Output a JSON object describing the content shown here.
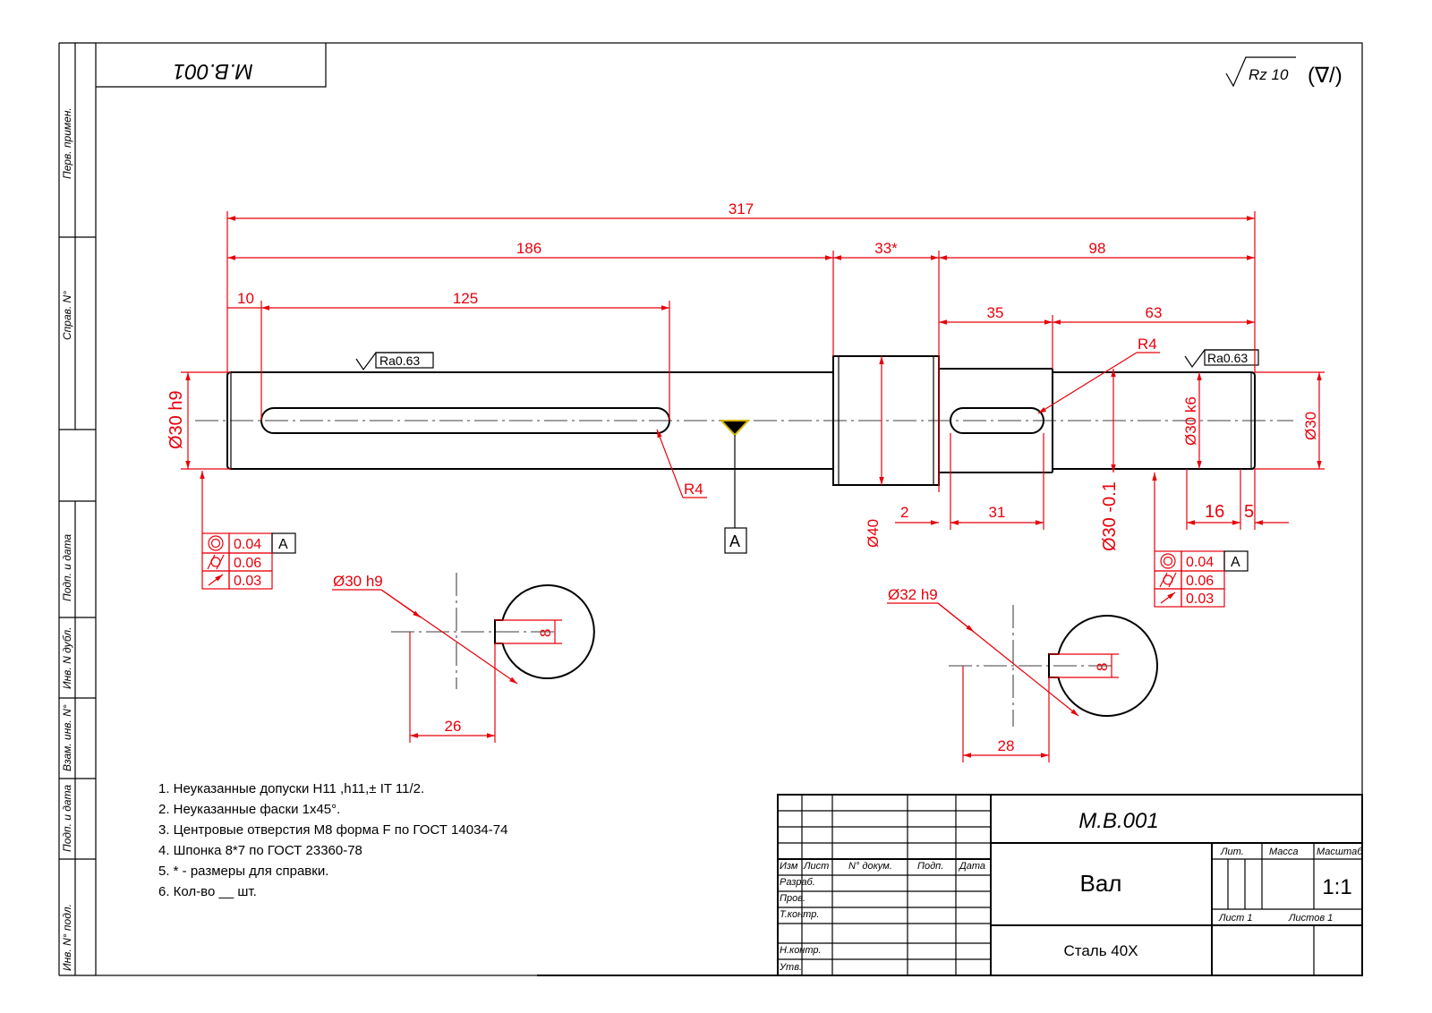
{
  "drawing_number": "M.B.001",
  "stamp_number_rotated": "M.B.001",
  "surface_finish": {
    "general": "Rz 10",
    "general_symbol": "(∇/)",
    "ra_left": "Ra0.63",
    "ra_right": "Ra0.63"
  },
  "sidebar": {
    "perv_primen": "Перв. примен.",
    "sprav_no": "Справ. N°",
    "podp_data_1": "Подп. и дата",
    "inv_dubl": "Инв. N дубл.",
    "vzam_inv": "Взам. инв. N°",
    "podp_data_2": "Подп. и дата",
    "inv_podl": "Инв. N° подл."
  },
  "dimensions": {
    "total": "317",
    "d186": "186",
    "d33": "33*",
    "d98": "98",
    "d10": "10",
    "d125": "125",
    "d35": "35",
    "d63": "63",
    "r4_left": "R4",
    "r4_right": "R4",
    "dia_left": "Ø30 h9",
    "dia_k6": "Ø30 k6",
    "dia_right": "Ø30",
    "dia_40": "Ø40",
    "dia_30_01": "Ø30 -0.1",
    "d2": "2",
    "d31": "31",
    "d16": "16",
    "d5": "5",
    "datum": "A"
  },
  "gdt_left": [
    {
      "symbol": "concentricity-icon",
      "value": "0.04",
      "datum": "A"
    },
    {
      "symbol": "cylindricity-icon",
      "value": "0.06"
    },
    {
      "symbol": "runout-icon",
      "value": "0.03"
    }
  ],
  "gdt_right": [
    {
      "symbol": "concentricity-icon",
      "value": "0.04",
      "datum": "A"
    },
    {
      "symbol": "cylindricity-icon",
      "value": "0.06"
    },
    {
      "symbol": "runout-icon",
      "value": "0.03"
    }
  ],
  "section_left": {
    "diameter": "Ø30 h9",
    "depth": "26",
    "key_width": "8"
  },
  "section_right": {
    "diameter": "Ø32 h9",
    "depth": "28",
    "key_width": "8"
  },
  "notes": [
    "1.   Неуказанные допуски   H11 ,h11,± IT 11/2.",
    "2.   Неуказанные фаски  1x45°.",
    "3.   Центровые отверстия М8 форма F по ГОСТ 14034-74",
    "4.   Шпонка 8*7 по ГОСТ  23360-78",
    "5.   * - размеры для справки.",
    "6.    Кол-во  __ шт."
  ],
  "title_block": {
    "designation": "M.B.001",
    "name": "Вал",
    "material": "Сталь 40Х",
    "lit": "Лит.",
    "massa": "Масса",
    "masshtab": "Масштаб",
    "scale": "1:1",
    "list": "Лист  1",
    "listov": "Листов  1",
    "izm": "Изм",
    "list_col": "Лист",
    "n_dokum": "N° докум.",
    "podp": "Подп.",
    "data": "Дата",
    "razrab": "Разраб.",
    "prov": "Пров.",
    "t_kontr": "Т.контр.",
    "n_kontr": "Н.контр.",
    "utv": "Утв."
  }
}
